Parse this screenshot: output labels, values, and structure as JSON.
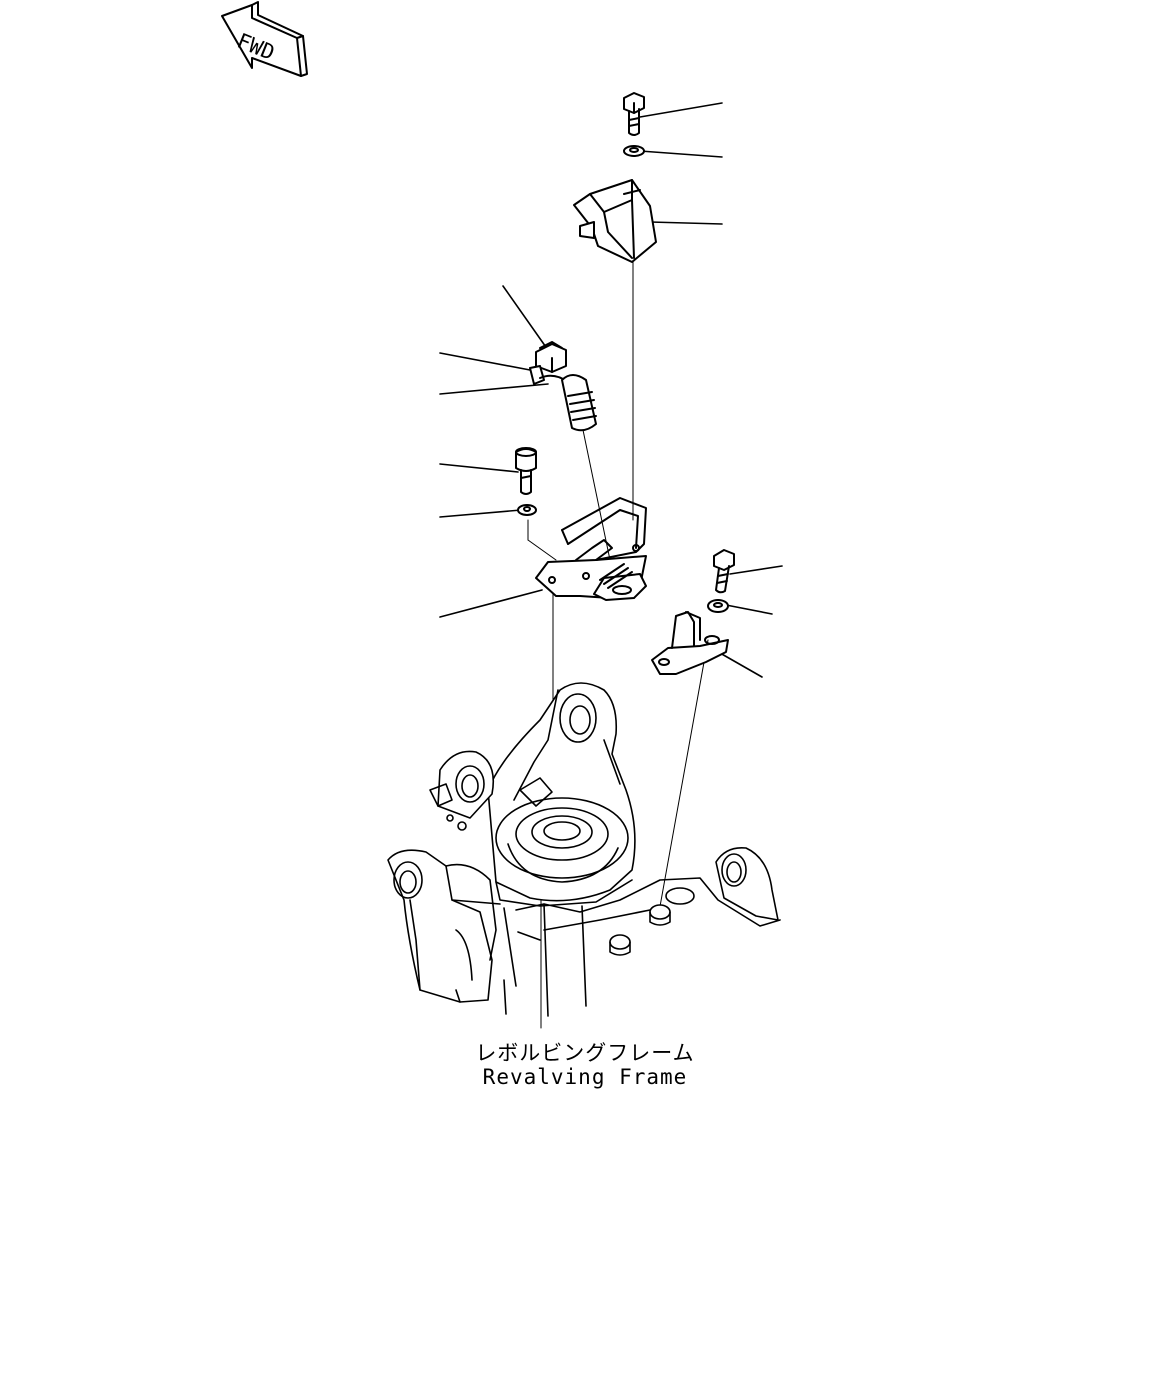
{
  "orientation": {
    "arrow_text": "FWD"
  },
  "frame_label": {
    "japanese": "レボルビングフレーム",
    "english": "Revalving Frame"
  }
}
